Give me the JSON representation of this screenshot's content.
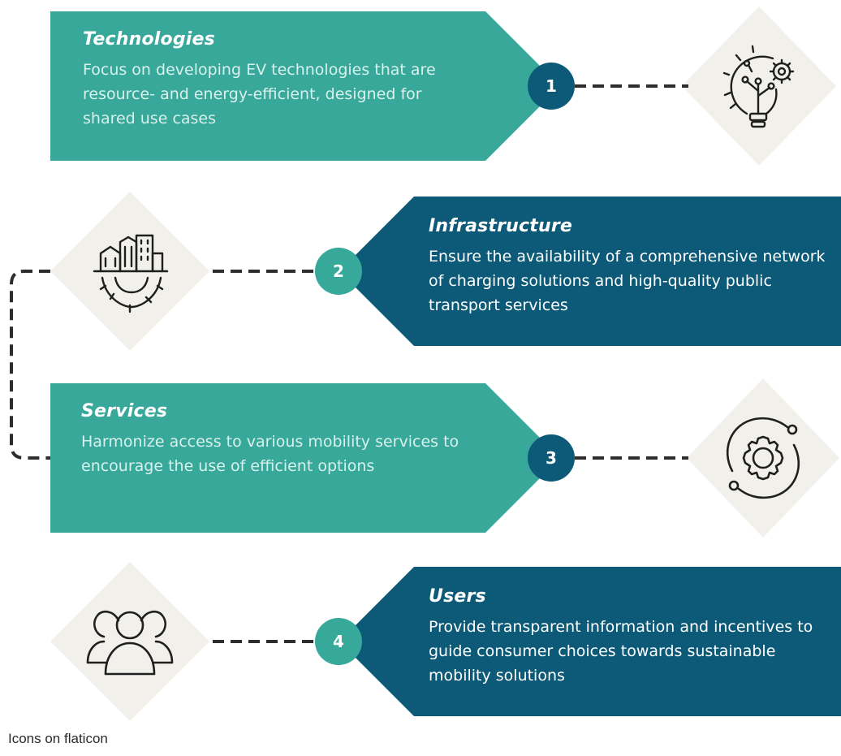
{
  "colors": {
    "teal": "#37a89a",
    "dark_blue": "#0c5a78",
    "diamond": "#f2f0eb",
    "connector": "#2d2d2d",
    "icon_stroke": "#1f1f1f"
  },
  "steps": [
    {
      "number": "1",
      "title": "Technologies",
      "description": "Focus on developing EV technologies that are resource- and energy-efficient, designed for shared use cases",
      "icon": "lightbulb-gear-icon"
    },
    {
      "number": "2",
      "title": "Infrastructure",
      "description": "Ensure the availability of a comprehensive network of charging solutions and high-quality public transport services",
      "icon": "city-gear-icon"
    },
    {
      "number": "3",
      "title": "Services",
      "description": "Harmonize access to various mobility services to encourage the use of efficient options",
      "icon": "gear-orbit-icon"
    },
    {
      "number": "4",
      "title": "Users",
      "description": "Provide transparent information and incentives to guide consumer choices towards sustainable mobility solutions",
      "icon": "users-group-icon"
    }
  ],
  "credit": "Icons on flaticon"
}
